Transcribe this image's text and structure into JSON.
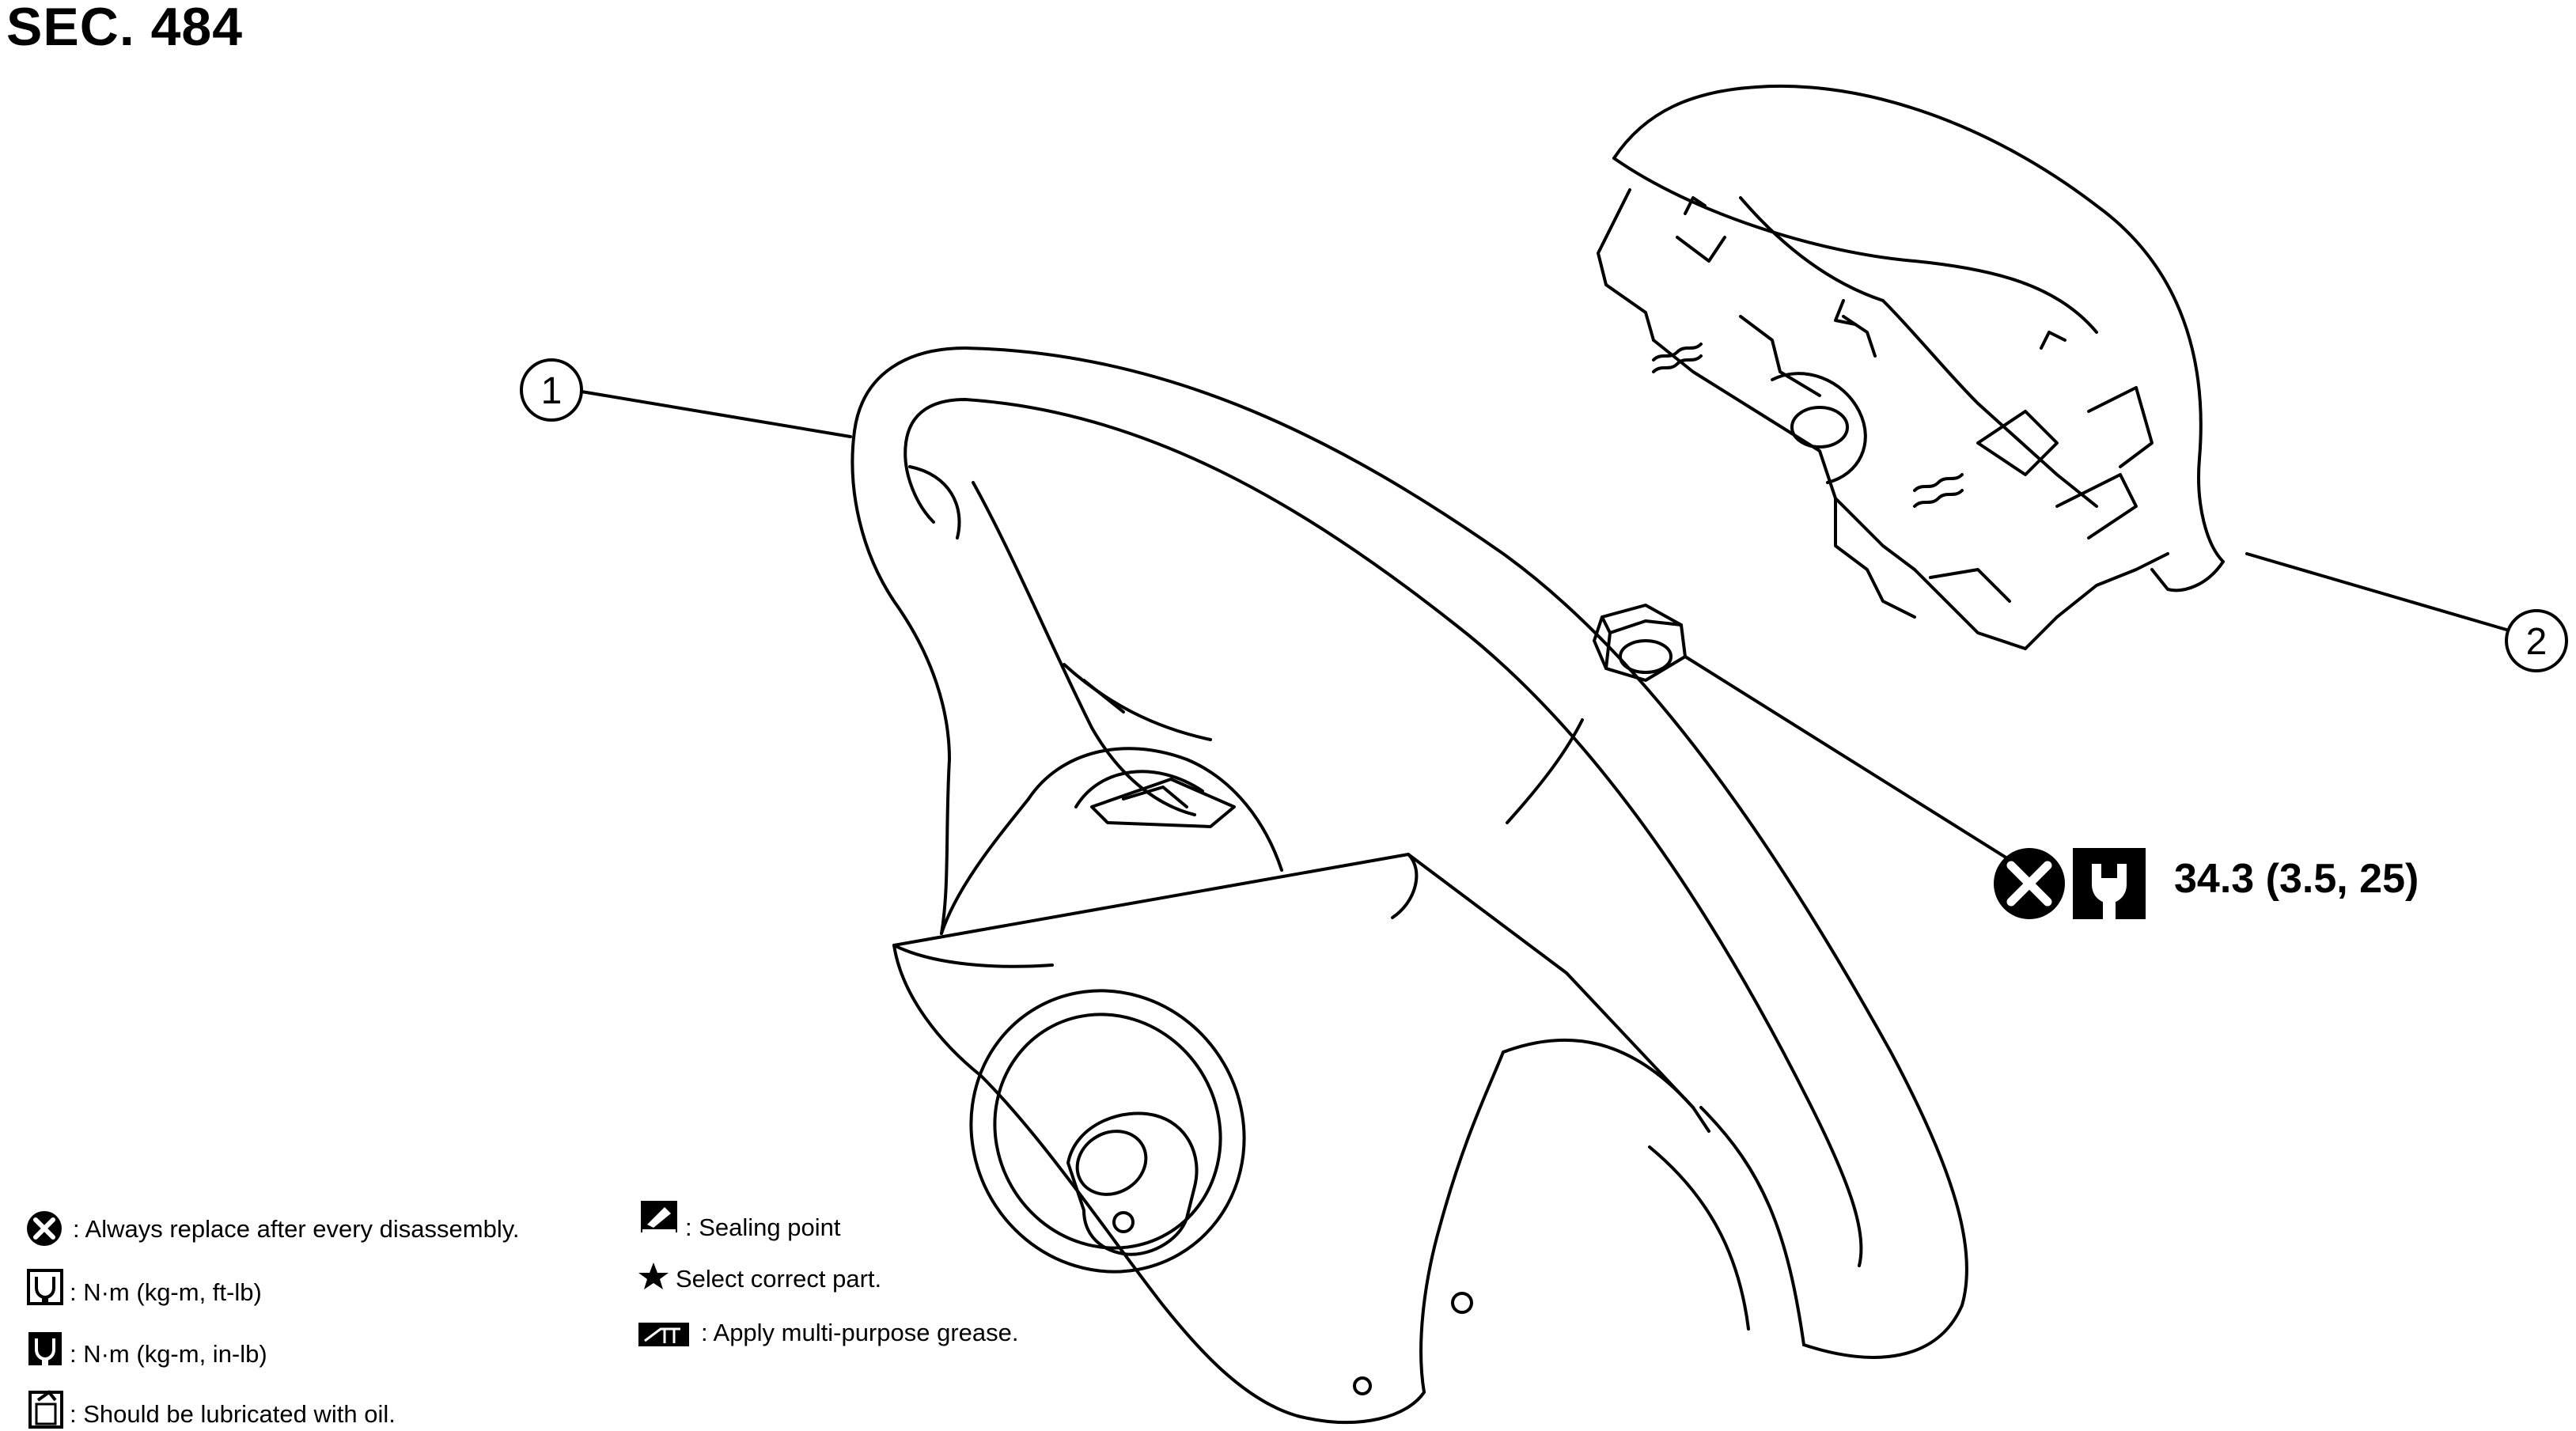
{
  "section_title": "SEC. 484",
  "callouts": {
    "part1": "1",
    "part2": "2"
  },
  "torque_spec": "34.3 (3.5, 25)",
  "legend": {
    "always_replace": ": Always replace after every disassembly.",
    "nm_ft_lb": ": N·m (kg-m, ft-lb)",
    "nm_in_lb": ": N·m (kg-m, in-lb)",
    "lubricate_oil": ": Should be lubricated with oil.",
    "sealing_point": ": Sealing point",
    "select_part": "Select correct part.",
    "apply_grease": ": Apply multi-purpose grease."
  },
  "icons": {
    "replace": "always-replace-icon",
    "torque_ft_lb": "wrench-ft-lb-icon",
    "torque_in_lb": "wrench-in-lb-icon",
    "oil": "oil-can-icon",
    "sealing": "sealing-point-icon",
    "star": "star-icon",
    "grease": "grease-icon"
  }
}
